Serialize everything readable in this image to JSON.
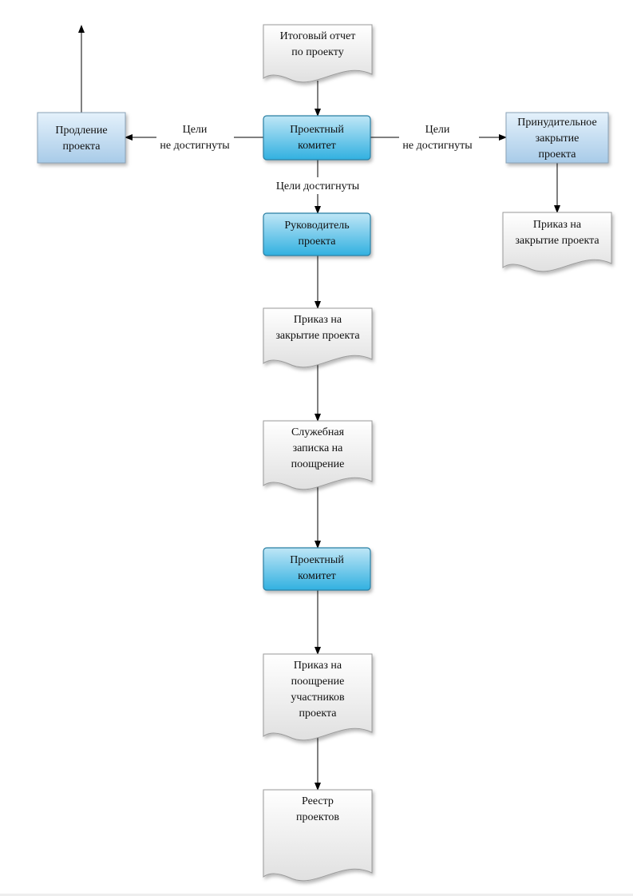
{
  "colors": {
    "process_fill_top": "#bfe6f6",
    "process_fill_bottom": "#31b0e0",
    "process_stroke": "#2a7fa3",
    "light_fill_top": "#e4f1fb",
    "light_fill_bottom": "#a8cbe8",
    "light_stroke": "#8aa3b8",
    "document_fill_top": "#ffffff",
    "document_fill_bottom": "#e0e0e0",
    "document_stroke": "#9a9a9a",
    "line": "#000000"
  },
  "nodes": {
    "final_report": "Итоговый отчет\nпо проекту",
    "committee_1": "Проектный\nкомитет",
    "extension": "Продление\nпроекта",
    "forced_closure": "Принудительное\nзакрытие\nпроекта",
    "order_closure_right": "Приказ на\nзакрытие проекта",
    "project_manager": "Руководитель\nпроекта",
    "order_closure": "Приказ на\nзакрытие проекта",
    "memo_reward": "Служебная\nзаписка на\nпоощрение",
    "committee_2": "Проектный\nкомитет",
    "order_reward": "Приказ на\nпоощрение\nучастников\nпроекта",
    "registry": "Реестр\nпроектов"
  },
  "edges": {
    "goals_not_met_left": "Цели\nне достигнуты",
    "goals_not_met_right": "Цели\nне достигнуты",
    "goals_met": "Цели достигнуты"
  }
}
